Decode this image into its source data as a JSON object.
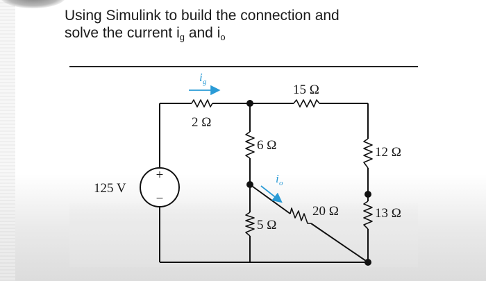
{
  "title": {
    "line1": "Using Simulink to build the connection and",
    "line2_prefix": "solve the current i",
    "line2_sub1": "g",
    "line2_mid": " and i",
    "line2_sub2": "o"
  },
  "circuit": {
    "source": {
      "label": "125 V",
      "plus": "+",
      "minus": "−"
    },
    "resistors": {
      "r2": "2 Ω",
      "r15": "15 Ω",
      "r6": "6 Ω",
      "r12": "12 Ω",
      "r20": "20 Ω",
      "r13": "13 Ω",
      "r5": "5 Ω"
    },
    "currents": {
      "ig_main": "i",
      "ig_sub": "g",
      "io_main": "i",
      "io_sub": "o"
    },
    "colors": {
      "wire": "#111111",
      "current_arrow": "#2a9bd6"
    }
  }
}
